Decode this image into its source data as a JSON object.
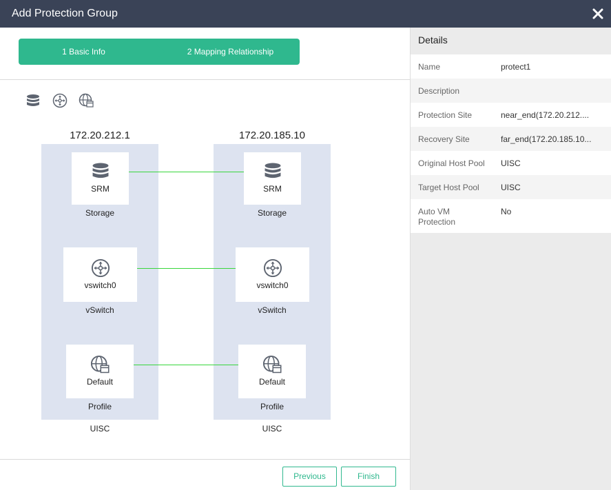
{
  "window": {
    "title": "Add Protection Group",
    "close_icon": "close-icon"
  },
  "steps": [
    {
      "label": "1 Basic Info"
    },
    {
      "label": "2 Mapping Relationship"
    }
  ],
  "toolbar": {
    "icons": [
      "storage-icon",
      "vswitch-icon",
      "profile-icon"
    ]
  },
  "sites": [
    {
      "ip": "172.20.212.1",
      "name": "UISC",
      "nodes": [
        {
          "label": "SRM",
          "category": "Storage"
        },
        {
          "label": "vswitch0",
          "category": "vSwitch"
        },
        {
          "label": "Default",
          "category": "Profile"
        }
      ]
    },
    {
      "ip": "172.20.185.10",
      "name": "UISC",
      "nodes": [
        {
          "label": "SRM",
          "category": "Storage"
        },
        {
          "label": "vswitch0",
          "category": "vSwitch"
        },
        {
          "label": "Default",
          "category": "Profile"
        }
      ]
    }
  ],
  "buttons": {
    "previous": "Previous",
    "finish": "Finish"
  },
  "details": {
    "heading": "Details",
    "rows": [
      {
        "key": "Name",
        "value": "protect1"
      },
      {
        "key": "Description",
        "value": ""
      },
      {
        "key": "Protection Site",
        "value": "near_end(172.20.212...."
      },
      {
        "key": "Recovery Site",
        "value": "far_end(172.20.185.10..."
      },
      {
        "key": "Original Host Pool",
        "value": "UISC"
      },
      {
        "key": "Target Host Pool",
        "value": "UISC"
      },
      {
        "key": "Auto VM Protection",
        "value": "No"
      }
    ]
  },
  "colors": {
    "titlebar": "#3a4357",
    "accent": "#2fb88e",
    "link_line": "#37d63b",
    "column_bg": "#dde3f0"
  }
}
